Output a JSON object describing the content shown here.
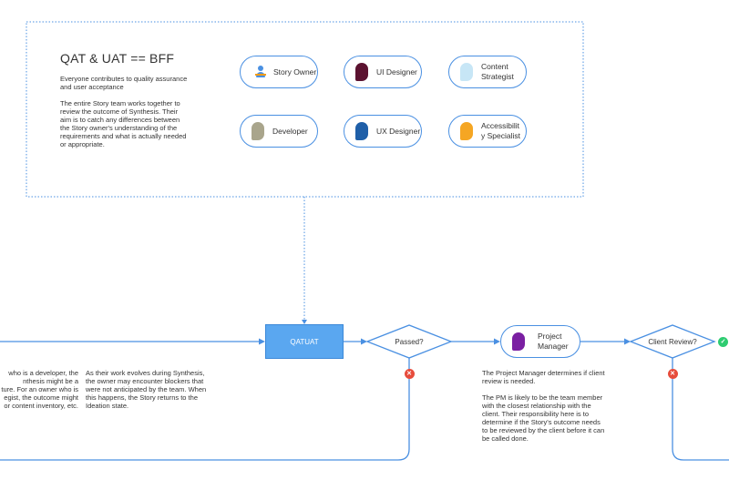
{
  "card": {
    "title": "QAT & UAT == BFF",
    "paragraph1": "Everyone contributes to quality assurance and user acceptance",
    "paragraph2": "The entire Story team works together to review the outcome of Synthesis. Their aim is to catch any differences between the Story owner's understanding of the requirements and what is actually needed or appropriate."
  },
  "roles": [
    {
      "label": "Story Owner",
      "icon": "person-icon",
      "color": "#4a90e2"
    },
    {
      "label": "UI Designer",
      "icon": "role-badge-icon",
      "color": "#5b1230"
    },
    {
      "label": "Content Strategist",
      "icon": "role-badge-icon",
      "color": "#c7e6f6"
    },
    {
      "label": "Developer",
      "icon": "role-badge-icon",
      "color": "#a9a58c"
    },
    {
      "label": "UX Designer",
      "icon": "role-badge-icon",
      "color": "#1f5fa8"
    },
    {
      "label": "Accessibility Specialist",
      "icon": "role-badge-icon",
      "color": "#f5a623"
    }
  ],
  "roles_display": [
    "Story Owner",
    "UI Designer",
    "Content\nStrategist",
    "Developer",
    "UX Designer",
    "Accessibilit\ny Specialist"
  ],
  "flow": {
    "qat_label": "QATUAT",
    "passed_label": "Passed?",
    "pm_label": "Project\nManager",
    "client_review_label": "Client Review?"
  },
  "notes": {
    "left_partial": "who is a developer, the\nnthesis might be a\nture. For an owner who is\negist, the outcome might\nor content inventory, etc.",
    "evolves": "As their work evolves during Synthesis,\nthe owner may encounter blockers that\nwere not anticipated by the team. When\nthis happens, the Story returns to the\nIdeation state.",
    "pm1": "The Project Manager determines if client\nreview is needed.",
    "pm2": "The PM is likely to be the team member\nwith the closest relationship with the\nclient. Their responsibility here is to\ndetermine if the Story's outcome needs\nto be reviewed by the client before it can\nbe called done."
  },
  "colors": {
    "accent": "#4a90e2",
    "fail": "#e74c3c",
    "pass": "#2ecc71",
    "qat_fill": "#5aa7f0",
    "pm_badge": "#7a1fa2"
  }
}
